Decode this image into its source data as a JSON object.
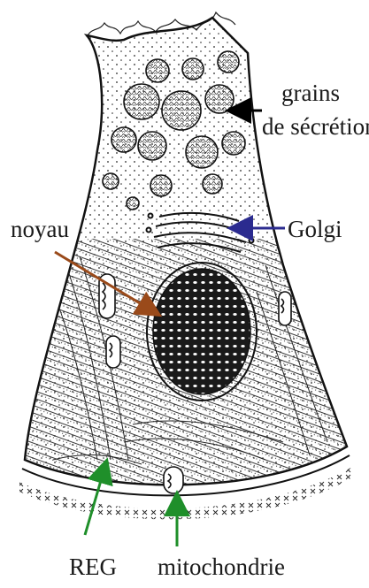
{
  "labels": {
    "grains": "grains",
    "secretion": "de sécrétion",
    "golgi": "Golgi",
    "noyau": "noyau",
    "reg": "REG",
    "mitochondrie": "mitochondrie"
  },
  "arrows": {
    "grains": "#000000",
    "golgi": "#2b2b8f",
    "noyau": "#9a4a1a",
    "reg": "#1f8f2a",
    "mitochondrie": "#1f8f2a"
  },
  "colors": {
    "ink": "#1a1a1a",
    "background": "#ffffff"
  }
}
